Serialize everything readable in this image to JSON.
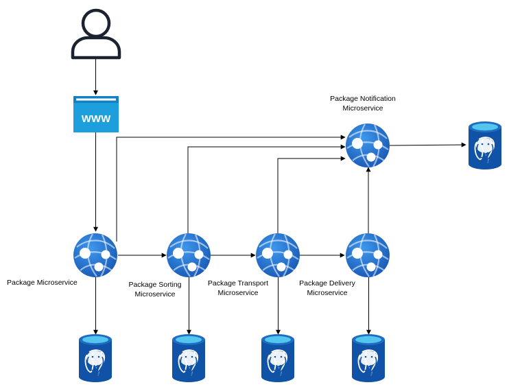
{
  "labels": {
    "package": "Package Microservice",
    "sorting": [
      "Package Sorting",
      "Microservice"
    ],
    "transport": [
      "Package Transport",
      "Microservice"
    ],
    "delivery": [
      "Package Delivery",
      "Microservice"
    ],
    "notification": [
      "Package Notification",
      "Microservice"
    ]
  },
  "browser": {
    "text": "WWW"
  },
  "colors": {
    "service_blue": "#1f6ec9",
    "service_light": "#3a92e8",
    "db_dark": "#0e4fa0",
    "db_top": "#52c3ef",
    "browser_blue": "#1d9fdd",
    "user_stroke": "#1b2330",
    "line": "#000000"
  },
  "icons": {
    "user": "user-icon",
    "browser": "browser-www-icon",
    "service": "web-app-service-icon",
    "database": "postgresql-database-icon"
  }
}
